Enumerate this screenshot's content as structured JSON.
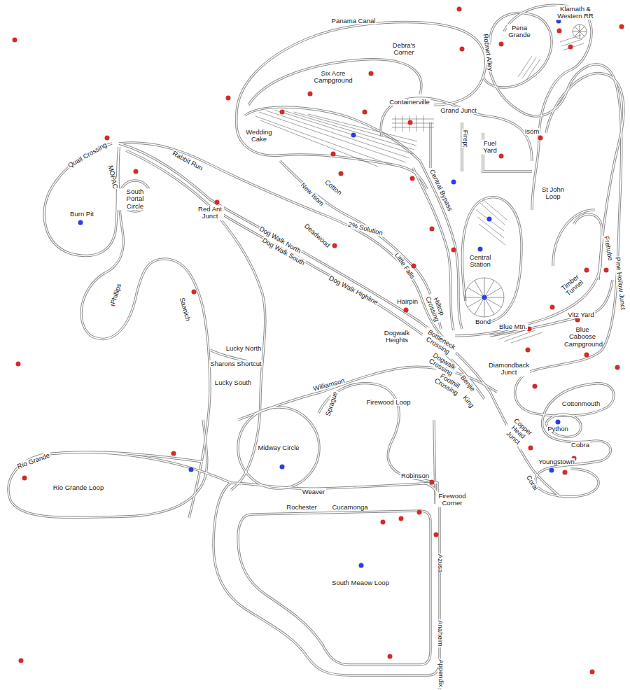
{
  "diagram": {
    "labels": [
      "Panama Canal",
      "Klamath & Western RR",
      "Pena Grande",
      "Robnet Alley",
      "Debra's Corner",
      "Six Acre Campground",
      "Containerville",
      "Grand Junct",
      "Wedding Cake",
      "Firept",
      "Fuel Yard",
      "Isom",
      "Cotton",
      "New Isom",
      "Quail Crossing",
      "Rabbit Run",
      "MOPAC",
      "South Portal Circle",
      "St John Loop",
      "Central Bypass",
      "Red Ant Junct",
      "Burn Pit",
      "2% Solution",
      "Deadwood",
      "Dog Walk North",
      "Dog Walk South",
      "Central Station",
      "Little Falls",
      "Frehube",
      "Pine Hollow Junct",
      "Timber Tunnel",
      "Phillips",
      "Saanich",
      "Dog Walk Highline",
      "Hairpin",
      "Hilltop Crossing",
      "Bond",
      "Blue Mtn.",
      "Vitz Yard",
      "Blue Caboose Campground",
      "Dogwalk Heights",
      "Bottleneck Crossing",
      "Dogwalk Crossing",
      "Lucky North",
      "Diamondback Junct",
      "Sharons Shortcut",
      "Foothill Crossing",
      "Benjie",
      "Williamson",
      "Lucky South",
      "King",
      "Cottonmouth",
      "Firewood Loop",
      "Sprague",
      "Copper Head Junct",
      "Python",
      "Cobra",
      "Midway Circle",
      "Rio Grande",
      "Youngstown",
      "Robinson",
      "Rio Grande Loop",
      "Weaver",
      "Coral",
      "Firewood Corner",
      "Rochester",
      "Cucamonga",
      "Azusa",
      "South Meaow Loop",
      "Anaheim",
      "Appendix"
    ]
  }
}
